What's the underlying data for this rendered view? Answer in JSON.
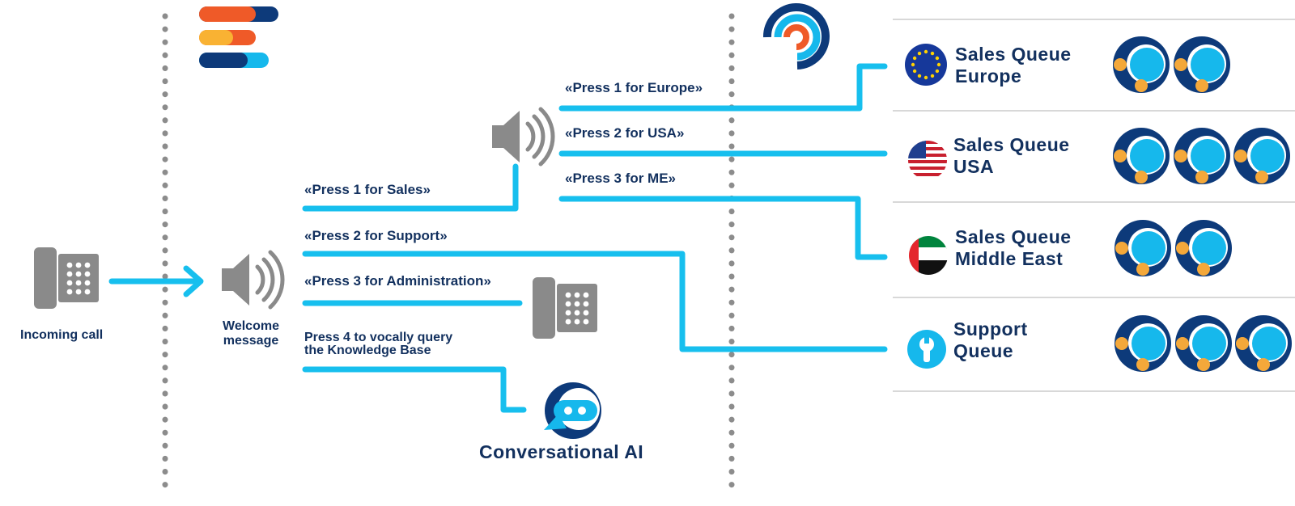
{
  "incoming_call": {
    "label": "Incoming call"
  },
  "welcome": {
    "label_line1": "Welcome",
    "label_line2": "message"
  },
  "menu": {
    "option1": "«Press 1 for Sales»",
    "option2": "«Press 2 for Support»",
    "option3": "«Press 3 for Administration»",
    "option4_line1": "Press 4 to vocally query",
    "option4_line2": "the Knowledge Base"
  },
  "submenu": {
    "option1": "«Press 1 for Europe»",
    "option2": "«Press 2 for USA»",
    "option3": "«Press 3 for ME»"
  },
  "ai": {
    "label": "Conversational AI"
  },
  "queues": [
    {
      "line1": "Sales Queue",
      "line2": "Europe",
      "icon": "eu-flag-icon",
      "agents": 2
    },
    {
      "line1": "Sales Queue",
      "line2": "USA",
      "icon": "usa-flag-icon",
      "agents": 3
    },
    {
      "line1": "Sales Queue",
      "line2": "Middle East",
      "icon": "uae-flag-icon",
      "agents": 2
    },
    {
      "line1": "Support",
      "line2": "Queue",
      "icon": "wrench-icon",
      "agents": 3
    }
  ],
  "colors": {
    "flow_line": "#17bfee",
    "navy": "#0d3a7a",
    "cyan": "#16b8ec",
    "orange": "#f4a83a",
    "gray_icon": "#8a8a8a",
    "divider": "#8c8c8c"
  }
}
